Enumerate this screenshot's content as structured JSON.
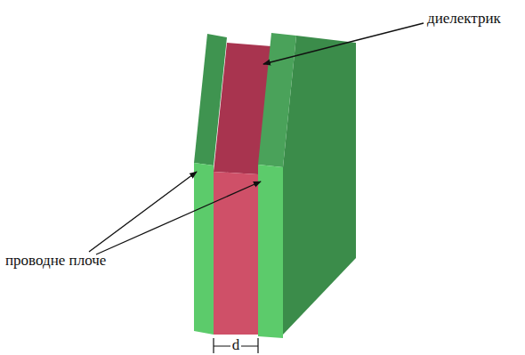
{
  "diagram": {
    "labels": [
      "диелектрик",
      "проводне плоче",
      "d"
    ]
  }
}
